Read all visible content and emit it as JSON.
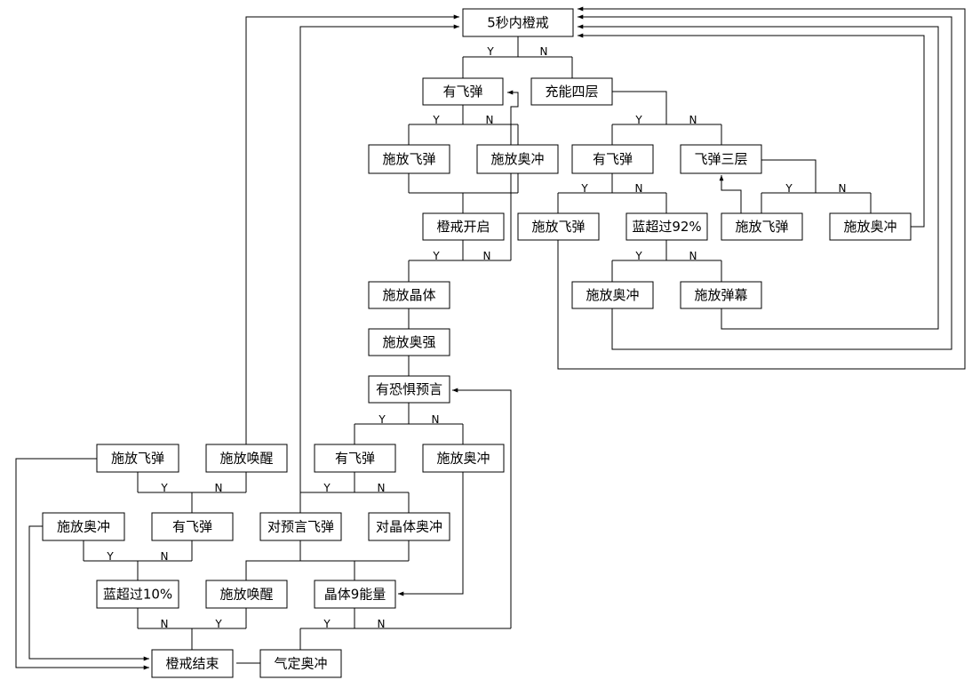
{
  "nodes": [
    {
      "id": "start",
      "label": "5秒内橙戒"
    },
    {
      "id": "has_missile_a",
      "label": "有飞弹"
    },
    {
      "id": "charge4",
      "label": "充能四层"
    },
    {
      "id": "cast_missile_a",
      "label": "施放飞弹"
    },
    {
      "id": "cast_blast_a",
      "label": "施放奥冲"
    },
    {
      "id": "has_missile_b",
      "label": "有飞弹"
    },
    {
      "id": "missile3",
      "label": "飞弹三层"
    },
    {
      "id": "ring_on",
      "label": "橙戒开启"
    },
    {
      "id": "cast_missile_b",
      "label": "施放飞弹"
    },
    {
      "id": "mana92",
      "label": "蓝超过92%"
    },
    {
      "id": "cast_missile_c",
      "label": "施放飞弹"
    },
    {
      "id": "cast_blast_b",
      "label": "施放奥冲"
    },
    {
      "id": "cast_blast_c",
      "label": "施放奥冲"
    },
    {
      "id": "cast_barrage",
      "label": "施放弹幕"
    },
    {
      "id": "cast_crystal",
      "label": "施放晶体"
    },
    {
      "id": "cast_ap",
      "label": "施放奥强"
    },
    {
      "id": "fear_prophecy",
      "label": "有恐惧预言"
    },
    {
      "id": "cast_missile_d",
      "label": "施放飞弹"
    },
    {
      "id": "cast_evocate_a",
      "label": "施放唤醒"
    },
    {
      "id": "has_missile_c",
      "label": "有飞弹"
    },
    {
      "id": "cast_blast_d",
      "label": "施放奥冲"
    },
    {
      "id": "cast_blast_e",
      "label": "施放奥冲"
    },
    {
      "id": "has_missile_d",
      "label": "有飞弹"
    },
    {
      "id": "missile_on_proph",
      "label": "对预言飞弹"
    },
    {
      "id": "blast_on_crystal",
      "label": "对晶体奥冲"
    },
    {
      "id": "mana10",
      "label": "蓝超过10%"
    },
    {
      "id": "cast_evocate_b",
      "label": "施放唤醒"
    },
    {
      "id": "crystal9",
      "label": "晶体9能量"
    },
    {
      "id": "ring_end",
      "label": "橙戒结束"
    },
    {
      "id": "qiding_blast",
      "label": "气定奥冲"
    }
  ],
  "branch_labels": {
    "yes": "Y",
    "no": "N"
  },
  "colors": {
    "line": "#000000",
    "box_fill": "#ffffff",
    "text": "#000000"
  }
}
